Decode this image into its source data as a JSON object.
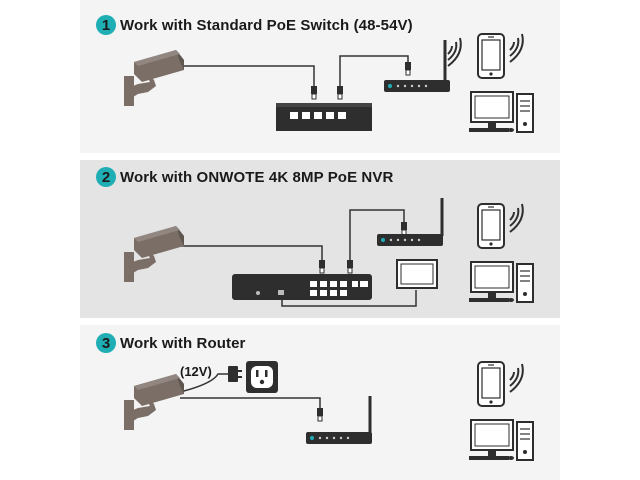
{
  "sections": [
    {
      "number": "1",
      "title": "Work with Standard PoE Switch (48-54V)"
    },
    {
      "number": "2",
      "title": "Work with ONWOTE 4K 8MP PoE NVR"
    },
    {
      "number": "3",
      "title": "Work with Router"
    }
  ],
  "adapter_label": "(12V)",
  "icons": [
    "camera-icon",
    "poe-switch-icon",
    "router-icon",
    "smartphone-icon",
    "desktop-pc-icon",
    "nvr-icon",
    "monitor-icon",
    "power-outlet-icon",
    "power-adapter-icon",
    "wifi-signal-icon"
  ],
  "colors": {
    "accent": "#1eaeb4",
    "device": "#2e2e2e",
    "camera": "#7a6e66",
    "cable": "#333333"
  }
}
